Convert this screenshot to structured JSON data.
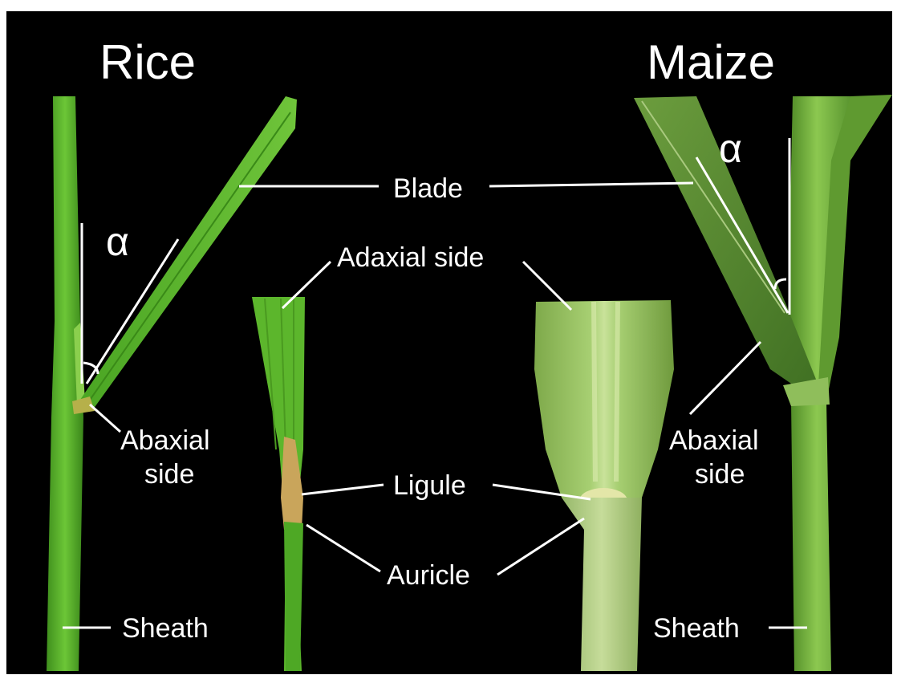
{
  "titles": {
    "left": "Rice",
    "right": "Maize"
  },
  "labels": {
    "blade": "Blade",
    "adaxial_side": "Adaxial side",
    "abaxial_rice_line1": "Abaxial",
    "abaxial_rice_line2": "side",
    "abaxial_maize_line1": "Abaxial",
    "abaxial_maize_line2": "side",
    "ligule": "Ligule",
    "auricle": "Auricle",
    "sheath_rice": "Sheath",
    "sheath_maize": "Sheath",
    "alpha_rice": "α",
    "alpha_maize": "α"
  },
  "colors": {
    "background": "#000000",
    "frame": "#ffffff",
    "text": "#ffffff",
    "rice_green": "#58b82a",
    "rice_dark": "#3e8e1c",
    "maize_green": "#7fb247",
    "maize_dark": "#4f7e2a",
    "ligule_brown": "#c8a15a"
  }
}
